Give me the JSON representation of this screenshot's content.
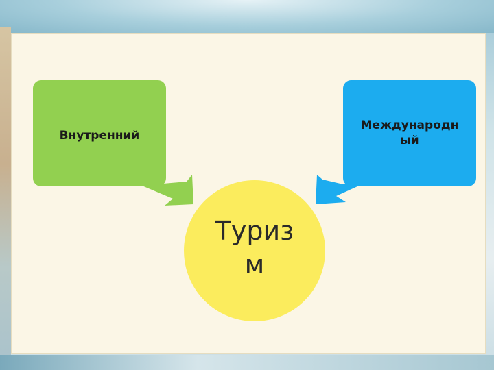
{
  "diagram": {
    "left_box": {
      "label": "Внутренний",
      "color": "#92d050"
    },
    "right_box": {
      "label": "Международн ый",
      "color": "#1cacef"
    },
    "center_circle": {
      "label": "Туриз м",
      "color": "#fbec5d"
    }
  }
}
